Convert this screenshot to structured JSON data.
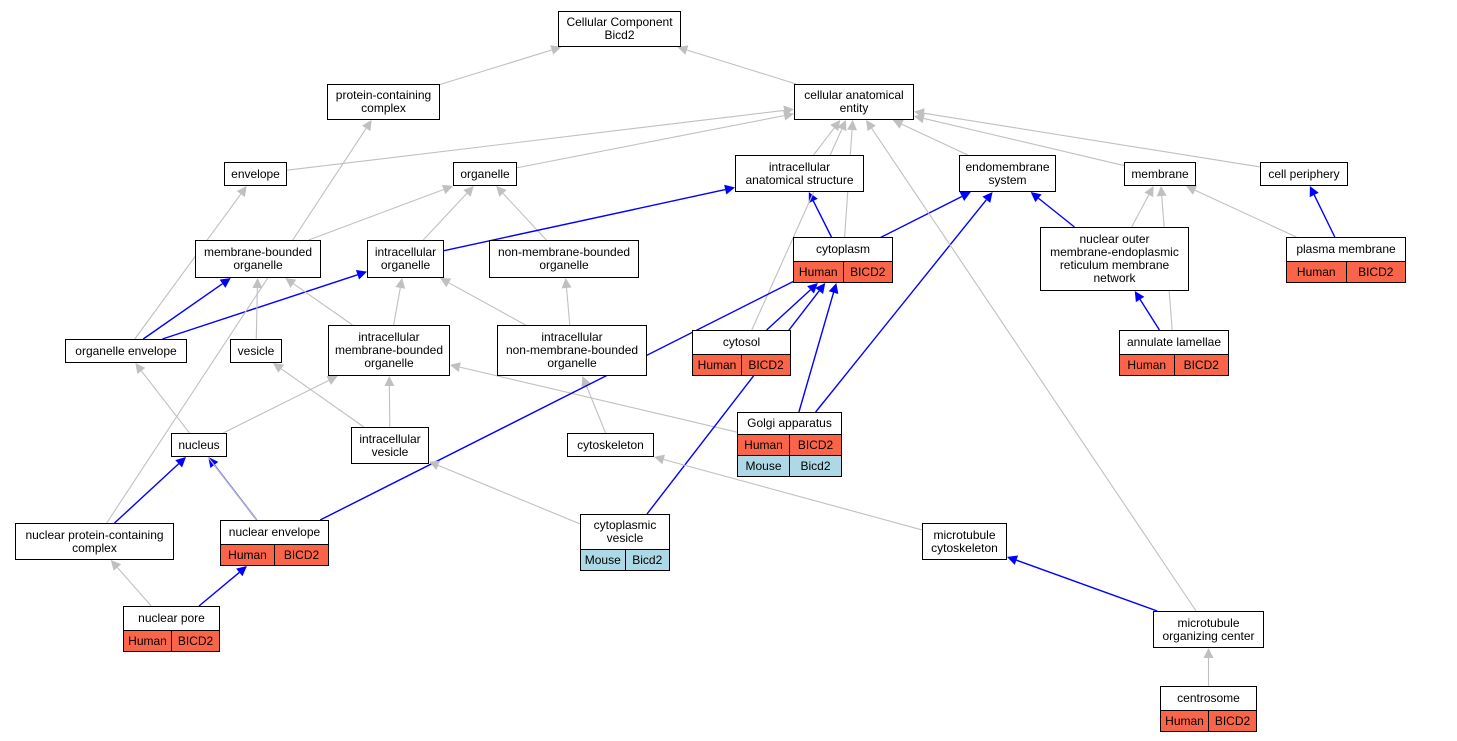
{
  "colors": {
    "is_a": "#c0c0c0",
    "part_of": "#0000ff",
    "human": "#fa6449",
    "mouse": "#add8e6"
  },
  "nodes": [
    {
      "id": "root",
      "label": [
        "Cellular Component",
        "Bicd2"
      ],
      "rows": []
    },
    {
      "id": "pcc",
      "label": [
        "protein-containing",
        "complex"
      ],
      "rows": []
    },
    {
      "id": "cae",
      "label": [
        "cellular anatomical",
        "entity"
      ],
      "rows": []
    },
    {
      "id": "env",
      "label": [
        "envelope"
      ],
      "rows": []
    },
    {
      "id": "org",
      "label": [
        "organelle"
      ],
      "rows": []
    },
    {
      "id": "ias",
      "label": [
        "intracellular",
        "anatomical structure"
      ],
      "rows": []
    },
    {
      "id": "ems",
      "label": [
        "endomembrane",
        "system"
      ],
      "rows": []
    },
    {
      "id": "mem",
      "label": [
        "membrane"
      ],
      "rows": []
    },
    {
      "id": "cp",
      "label": [
        "cell periphery"
      ],
      "rows": []
    },
    {
      "id": "mbo",
      "label": [
        "membrane-bounded",
        "organelle"
      ],
      "rows": []
    },
    {
      "id": "io",
      "label": [
        "intracellular",
        "organelle"
      ],
      "rows": []
    },
    {
      "id": "nmbo",
      "label": [
        "non-membrane-bounded",
        "organelle"
      ],
      "rows": []
    },
    {
      "id": "cyto",
      "label": [
        "cytoplasm"
      ],
      "rows": [
        [
          "Human",
          "BICD2"
        ]
      ]
    },
    {
      "id": "nom",
      "label": [
        "nuclear outer",
        "membrane-endoplasmic",
        "reticulum membrane",
        "network"
      ],
      "rows": []
    },
    {
      "id": "pm",
      "label": [
        "plasma membrane"
      ],
      "rows": [
        [
          "Human",
          "BICD2"
        ]
      ]
    },
    {
      "id": "oe",
      "label": [
        "organelle envelope"
      ],
      "rows": []
    },
    {
      "id": "ves",
      "label": [
        "vesicle"
      ],
      "rows": []
    },
    {
      "id": "imbo",
      "label": [
        "intracellular",
        "membrane-bounded",
        "organelle"
      ],
      "rows": []
    },
    {
      "id": "inmbo",
      "label": [
        "intracellular",
        "non-membrane-bounded",
        "organelle"
      ],
      "rows": []
    },
    {
      "id": "cytosol",
      "label": [
        "cytosol"
      ],
      "rows": [
        [
          "Human",
          "BICD2"
        ]
      ]
    },
    {
      "id": "al",
      "label": [
        "annulate lamellae"
      ],
      "rows": [
        [
          "Human",
          "BICD2"
        ]
      ]
    },
    {
      "id": "golgi",
      "label": [
        "Golgi apparatus"
      ],
      "rows": [
        [
          "Human",
          "BICD2"
        ],
        [
          "Mouse",
          "Bicd2"
        ]
      ]
    },
    {
      "id": "nuc",
      "label": [
        "nucleus"
      ],
      "rows": []
    },
    {
      "id": "iv",
      "label": [
        "intracellular",
        "vesicle"
      ],
      "rows": []
    },
    {
      "id": "csk",
      "label": [
        "cytoskeleton"
      ],
      "rows": []
    },
    {
      "id": "npcc",
      "label": [
        "nuclear protein-containing",
        "complex"
      ],
      "rows": []
    },
    {
      "id": "ne",
      "label": [
        "nuclear envelope"
      ],
      "rows": [
        [
          "Human",
          "BICD2"
        ]
      ]
    },
    {
      "id": "cv",
      "label": [
        "cytoplasmic",
        "vesicle"
      ],
      "rows": [
        [
          "Mouse",
          "Bicd2"
        ]
      ]
    },
    {
      "id": "mtc",
      "label": [
        "microtubule",
        "cytoskeleton"
      ],
      "rows": []
    },
    {
      "id": "np",
      "label": [
        "nuclear pore"
      ],
      "rows": [
        [
          "Human",
          "BICD2"
        ]
      ]
    },
    {
      "id": "mtoc",
      "label": [
        "microtubule",
        "organizing center"
      ],
      "rows": []
    },
    {
      "id": "cs",
      "label": [
        "centrosome"
      ],
      "rows": [
        [
          "Human",
          "BICD2"
        ]
      ]
    }
  ],
  "edges": [
    {
      "from": "pcc",
      "to": "root",
      "type": "is_a"
    },
    {
      "from": "cae",
      "to": "root",
      "type": "is_a"
    },
    {
      "from": "env",
      "to": "cae",
      "type": "is_a"
    },
    {
      "from": "org",
      "to": "cae",
      "type": "is_a"
    },
    {
      "from": "ias",
      "to": "cae",
      "type": "is_a"
    },
    {
      "from": "ems",
      "to": "cae",
      "type": "is_a"
    },
    {
      "from": "mem",
      "to": "cae",
      "type": "is_a"
    },
    {
      "from": "cp",
      "to": "cae",
      "type": "is_a"
    },
    {
      "from": "mbo",
      "to": "org",
      "type": "is_a"
    },
    {
      "from": "io",
      "to": "org",
      "type": "is_a"
    },
    {
      "from": "nmbo",
      "to": "org",
      "type": "is_a"
    },
    {
      "from": "io",
      "to": "ias",
      "type": "part_of"
    },
    {
      "from": "cyto",
      "to": "ias",
      "type": "part_of"
    },
    {
      "from": "cyto",
      "to": "cae",
      "type": "is_a"
    },
    {
      "from": "nom",
      "to": "ems",
      "type": "part_of"
    },
    {
      "from": "nom",
      "to": "mem",
      "type": "is_a"
    },
    {
      "from": "pm",
      "to": "cp",
      "type": "part_of"
    },
    {
      "from": "pm",
      "to": "mem",
      "type": "is_a"
    },
    {
      "from": "oe",
      "to": "env",
      "type": "is_a"
    },
    {
      "from": "oe",
      "to": "mbo",
      "type": "part_of"
    },
    {
      "from": "oe",
      "to": "io",
      "type": "part_of"
    },
    {
      "from": "ves",
      "to": "mbo",
      "type": "is_a"
    },
    {
      "from": "imbo",
      "to": "mbo",
      "type": "is_a"
    },
    {
      "from": "imbo",
      "to": "io",
      "type": "is_a"
    },
    {
      "from": "inmbo",
      "to": "io",
      "type": "is_a"
    },
    {
      "from": "inmbo",
      "to": "nmbo",
      "type": "is_a"
    },
    {
      "from": "cytosol",
      "to": "cae",
      "type": "is_a"
    },
    {
      "from": "cytosol",
      "to": "cyto",
      "type": "part_of"
    },
    {
      "from": "al",
      "to": "nom",
      "type": "part_of"
    },
    {
      "from": "al",
      "to": "mem",
      "type": "is_a"
    },
    {
      "from": "golgi",
      "to": "imbo",
      "type": "is_a"
    },
    {
      "from": "golgi",
      "to": "cyto",
      "type": "part_of"
    },
    {
      "from": "golgi",
      "to": "ems",
      "type": "part_of"
    },
    {
      "from": "nuc",
      "to": "imbo",
      "type": "is_a"
    },
    {
      "from": "iv",
      "to": "imbo",
      "type": "is_a"
    },
    {
      "from": "iv",
      "to": "ves",
      "type": "is_a"
    },
    {
      "from": "csk",
      "to": "inmbo",
      "type": "is_a"
    },
    {
      "from": "npcc",
      "to": "pcc",
      "type": "is_a"
    },
    {
      "from": "npcc",
      "to": "nuc",
      "type": "part_of"
    },
    {
      "from": "ne",
      "to": "nuc",
      "type": "part_of"
    },
    {
      "from": "ne",
      "to": "oe",
      "type": "is_a"
    },
    {
      "from": "ne",
      "to": "ems",
      "type": "part_of"
    },
    {
      "from": "cv",
      "to": "iv",
      "type": "is_a"
    },
    {
      "from": "cv",
      "to": "cyto",
      "type": "part_of"
    },
    {
      "from": "mtc",
      "to": "csk",
      "type": "is_a"
    },
    {
      "from": "np",
      "to": "npcc",
      "type": "is_a"
    },
    {
      "from": "np",
      "to": "ne",
      "type": "part_of"
    },
    {
      "from": "mtoc",
      "to": "mtc",
      "type": "part_of"
    },
    {
      "from": "mtoc",
      "to": "cae",
      "type": "is_a"
    },
    {
      "from": "cs",
      "to": "mtoc",
      "type": "is_a"
    }
  ]
}
